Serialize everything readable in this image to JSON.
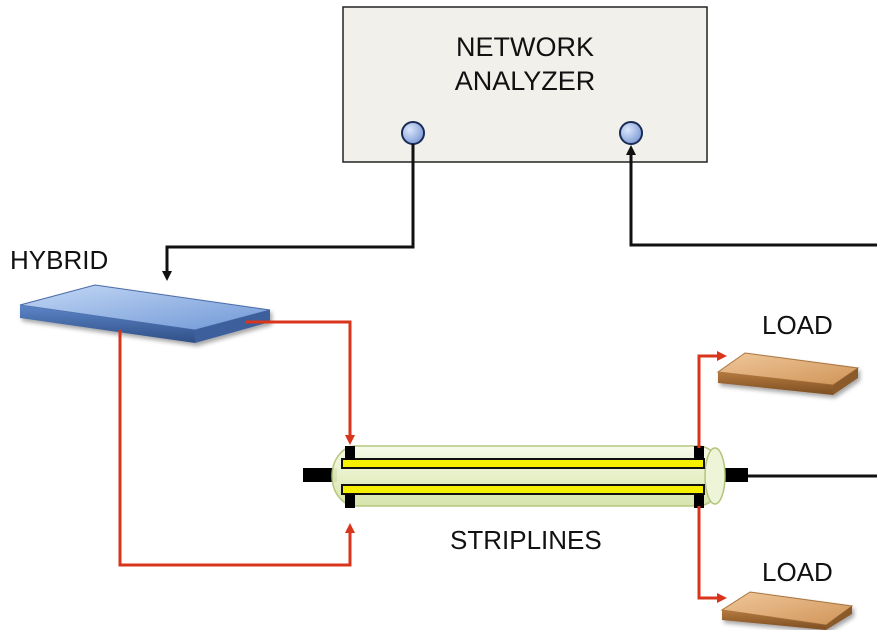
{
  "network_analyzer": {
    "line1": "NETWORK",
    "line2": "ANALYZER",
    "fill": "#f1f0ea"
  },
  "hybrid": {
    "label": "HYBRID"
  },
  "striplines": {
    "label": "STRIPLINES"
  },
  "loads": [
    {
      "label": "LOAD"
    },
    {
      "label": "LOAD"
    }
  ],
  "colors": {
    "signal_line": "#d9351c",
    "cable": "#111111",
    "port": "#9db5e8",
    "hybrid": "#7ea6e0",
    "load": "#d9a064",
    "strip": "#f5f000",
    "tube": "#eef6d6"
  }
}
